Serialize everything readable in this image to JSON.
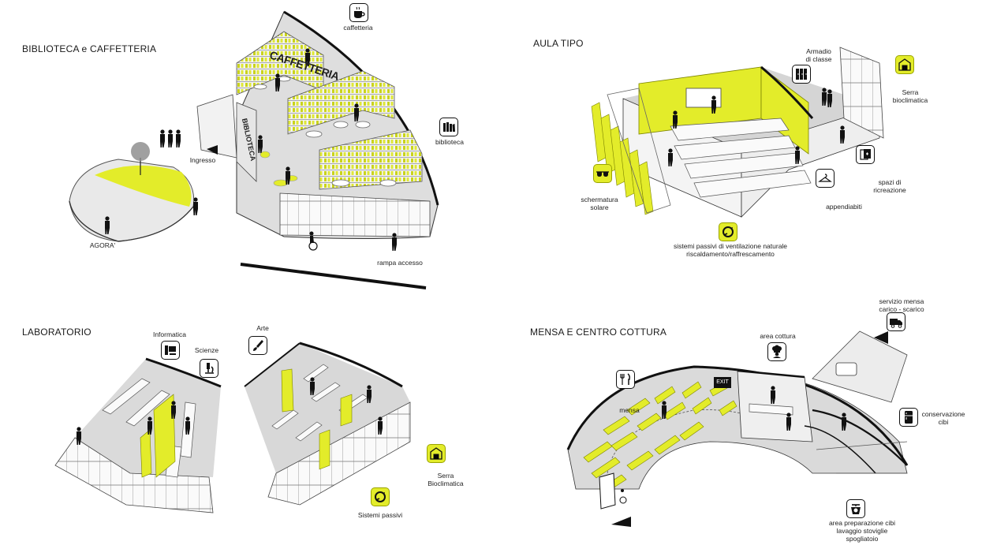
{
  "colors": {
    "accent": "#e3ec2a",
    "ink": "#111111",
    "floor": "#d9d9d9"
  },
  "sections": {
    "biblioteca": {
      "title": "BIBLIOTECA e CAFFETTERIA",
      "sign_caffetteria": "CAFFETTERIA",
      "sign_biblioteca": "BIBLIOTECA",
      "labels": {
        "caffetteria": "caffetteria",
        "biblioteca": "biblioteca",
        "ingresso": "Ingresso",
        "agora": "AGORA'",
        "rampa": "rampa accesso"
      },
      "icons": {
        "caffetteria": "coffee-cup-icon",
        "biblioteca": "books-icon",
        "wheelchair": "wheelchair-icon"
      }
    },
    "aula": {
      "title": "AULA TIPO",
      "labels": {
        "armadio": [
          "Armadio",
          "di classe"
        ],
        "serra": [
          "Serra",
          "bioclimatica"
        ],
        "schermatura": [
          "schermatura",
          "solare"
        ],
        "spazi": [
          "spazi di",
          "ricreazione"
        ],
        "appendiabiti": "appendiabiti",
        "sistemi": [
          "sistemi passivi di ventilazione naturale",
          "riscaldamento/raffrescamento"
        ]
      },
      "icons": {
        "armadio": "lockers-icon",
        "serra": "greenhouse-icon",
        "schermatura": "sunglasses-icon",
        "spazi": "playing-cards-icon",
        "appendiabiti": "hanger-icon",
        "sistemi": "recycle-icon"
      }
    },
    "laboratorio": {
      "title": "LABORATORIO",
      "labels": {
        "informatica": "Informatica",
        "scienze": "Scienze",
        "arte": "Arte",
        "serra": [
          "Serra",
          "Bioclimatica"
        ],
        "sistemi": "Sistemi passivi"
      },
      "icons": {
        "informatica": "computer-icon",
        "scienze": "microscope-icon",
        "arte": "paintbrush-icon",
        "serra": "greenhouse-icon",
        "sistemi": "recycle-icon"
      }
    },
    "mensa": {
      "title": "MENSA E CENTRO COTTURA",
      "exit_sign": "EXIT",
      "labels": {
        "servizio": [
          "servizio mensa",
          "carico - scarico"
        ],
        "area_cottura": "area cottura",
        "conservazione": [
          "conservazione",
          "cibi"
        ],
        "mensa": "mensa",
        "preparazione": [
          "area preparazione cibi",
          "lavaggio stoviglie",
          "spogliatoio"
        ]
      },
      "icons": {
        "servizio": "delivery-truck-icon",
        "cottura": "chef-icon",
        "mensa": "cutlery-icon",
        "conservazione": "refrigerator-icon",
        "preparazione": "scale-icon"
      }
    }
  }
}
